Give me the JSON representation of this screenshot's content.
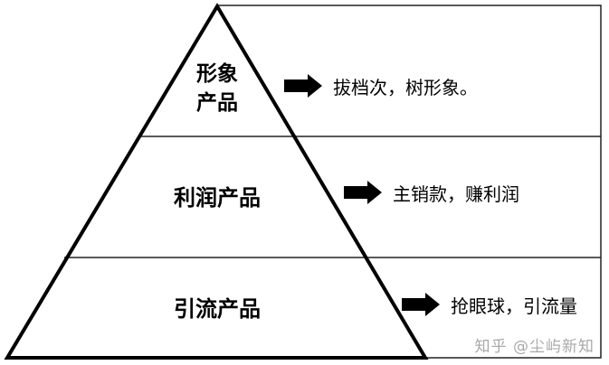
{
  "tiers": [
    {
      "name": "形象产品",
      "description": "拔档次，树形象。"
    },
    {
      "name": "利润产品",
      "description": "主销款，赚利润"
    },
    {
      "name": "引流产品",
      "description": "抢眼球，引流量"
    }
  ],
  "tier_lines": {
    "top_line1": "形象",
    "top_line2": "产品"
  },
  "watermark": "知乎 @尘屿新知"
}
